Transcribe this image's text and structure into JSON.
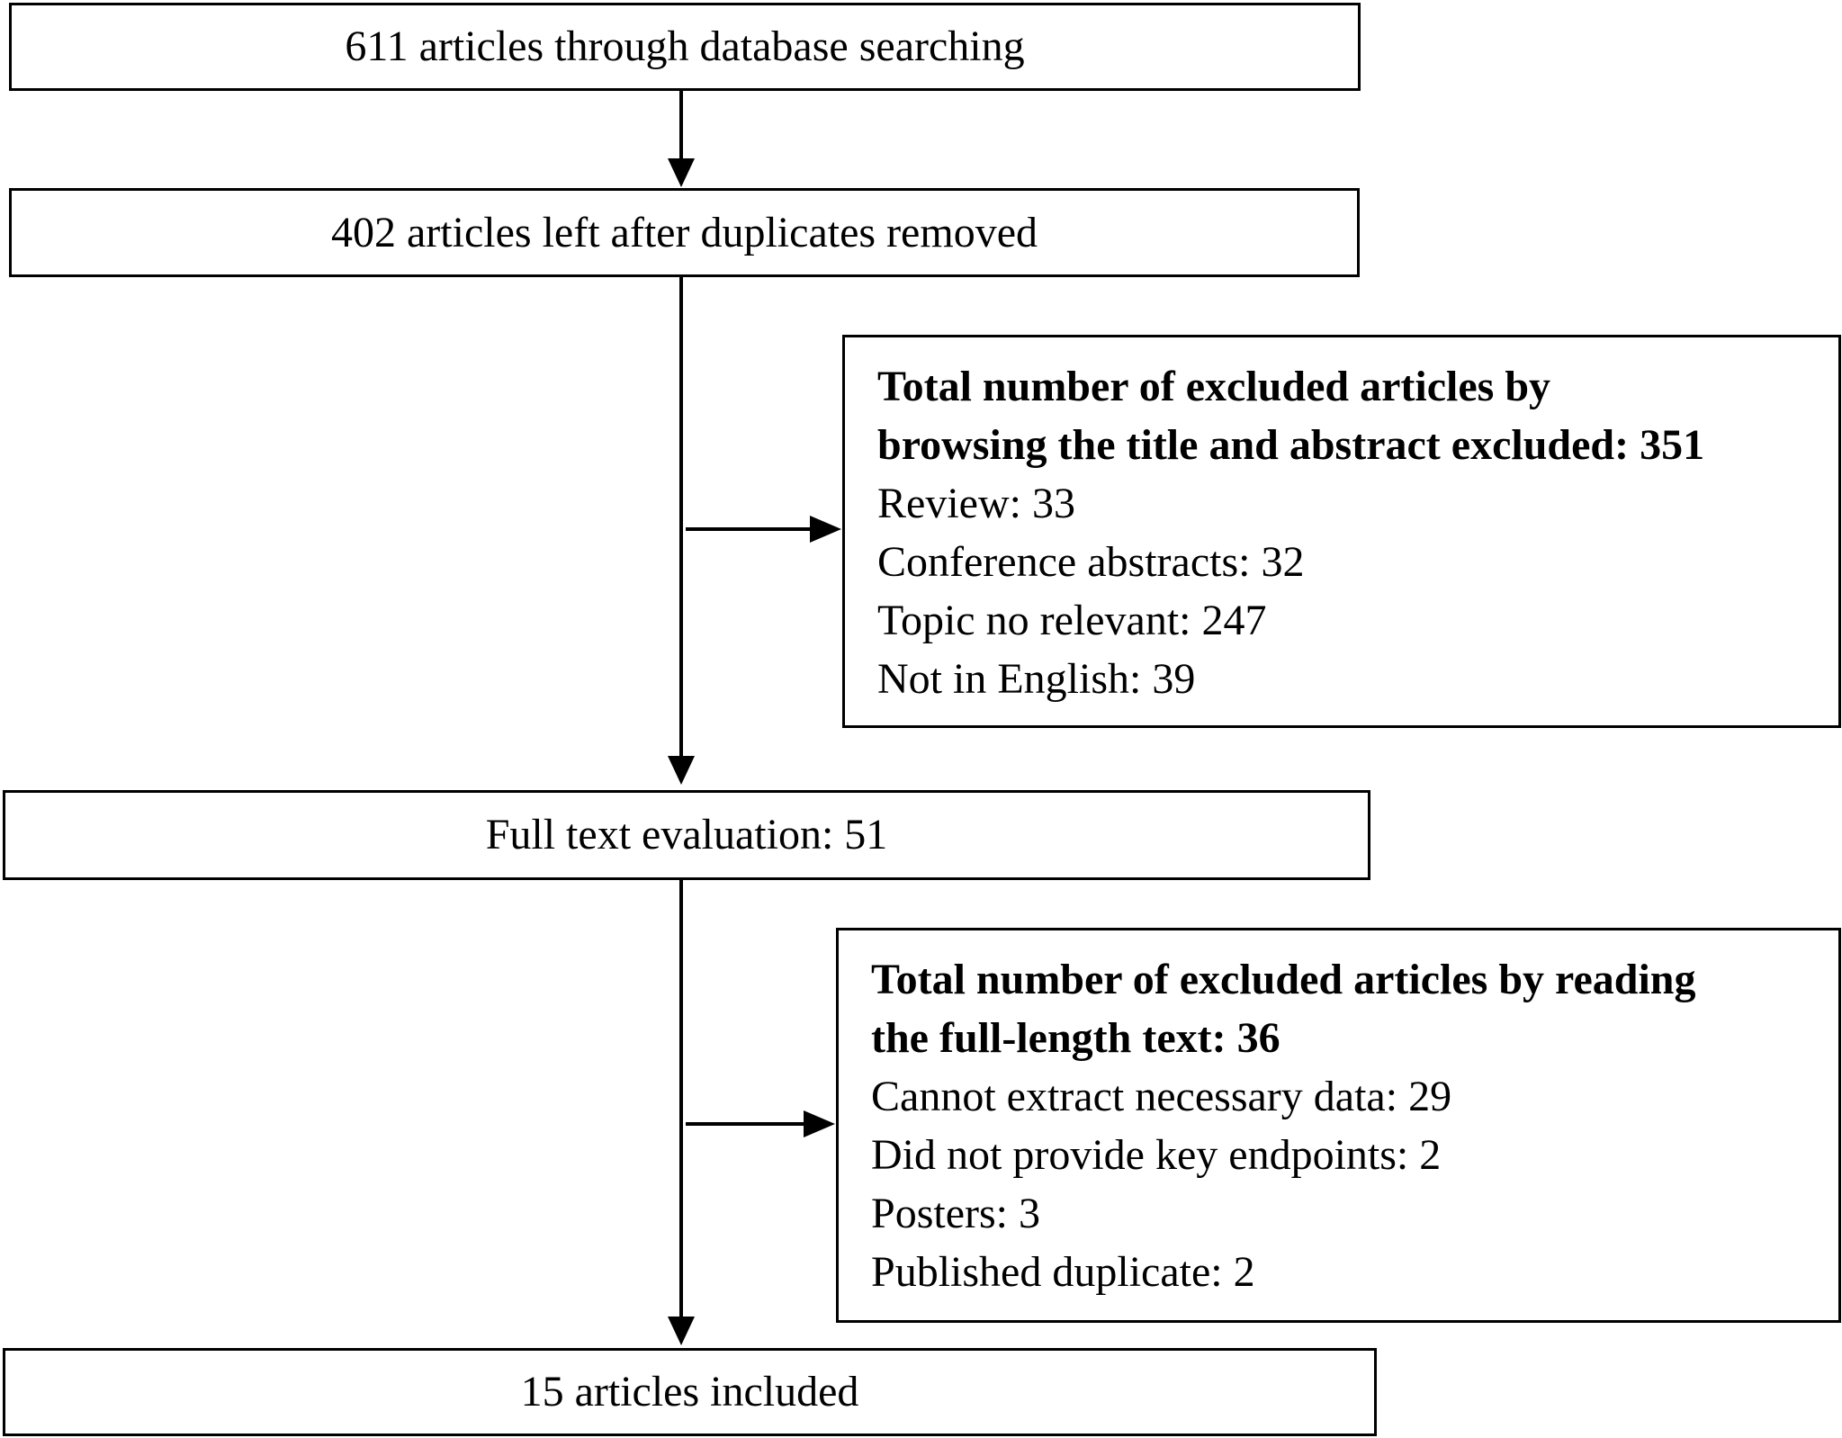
{
  "flow": {
    "step1": "611 articles through database searching",
    "step2": "402 articles left after duplicates removed",
    "exclusion1": {
      "heading_line1": "Total number of excluded articles by",
      "heading_line2": "browsing the title and abstract excluded: 351",
      "items": [
        "Review: 33",
        "Conference abstracts: 32",
        "Topic no relevant: 247",
        "Not in English: 39"
      ]
    },
    "step3": "Full text evaluation: 51",
    "exclusion2": {
      "heading_line1": "Total number of excluded articles by reading",
      "heading_line2": "the full-length text: 36",
      "items": [
        "Cannot extract necessary data: 29",
        "Did not provide key endpoints: 2",
        "Posters: 3",
        "Published duplicate: 2"
      ]
    },
    "step4": "15 articles included"
  }
}
